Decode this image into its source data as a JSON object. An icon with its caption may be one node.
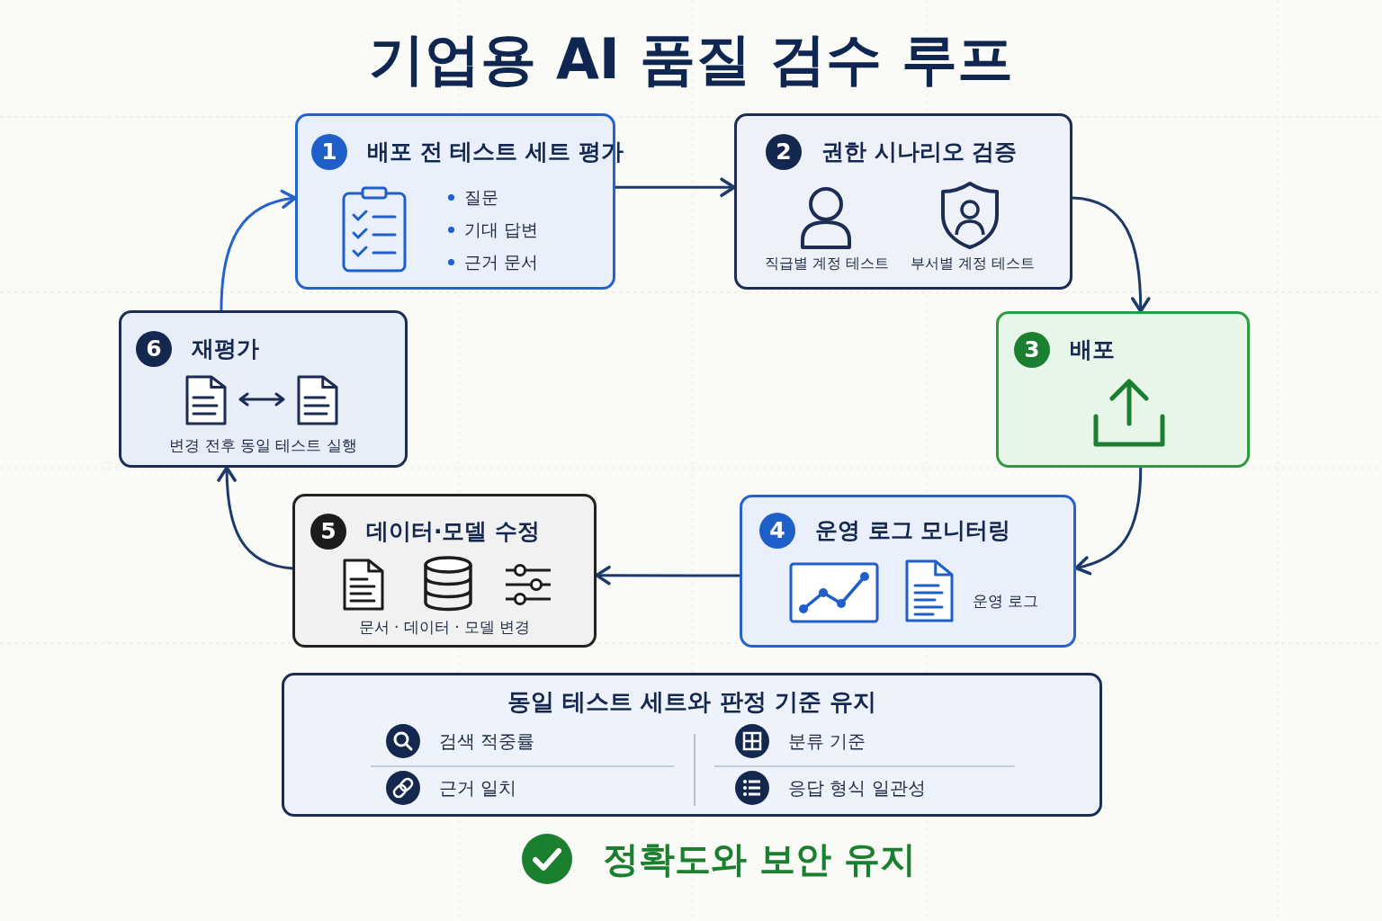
{
  "diagram": {
    "title": "기업용 AI 품질 검수 루프",
    "nodes": [
      {
        "text": [
          "1",
          "배포 전 테스트 세트 평가",
          "질문",
          "기대 답변",
          "근거 문서"
        ]
      },
      {
        "text": [
          "2",
          "권한 시나리오 검증",
          "직급별 계정 테스트",
          "부서별 계정 테스트"
        ]
      },
      {
        "text": [
          "3",
          "배포"
        ]
      },
      {
        "text": [
          "4",
          "운영 로그 모니터링",
          "운영 로그"
        ]
      },
      {
        "text": [
          "5",
          "데이터·모델 수정",
          "문서 · 데이터 · 모델 변경"
        ]
      },
      {
        "text": [
          "6",
          "재평가",
          "변경 전후 동일 테스트 실행"
        ]
      },
      {
        "text": [
          "동일 테스트 세트와 판정 기준 유지",
          "검색 적중률",
          "분류 기준",
          "근거 일치",
          "응답 형식 일관성"
        ]
      }
    ],
    "edges": [
      {
        "from": 0,
        "to": 1,
        "arrow": "to"
      },
      {
        "from": 1,
        "to": 2,
        "arrow": "to"
      },
      {
        "from": 2,
        "to": 3,
        "arrow": "to"
      },
      {
        "from": 3,
        "to": 4,
        "arrow": "to"
      },
      {
        "from": 4,
        "to": 5,
        "arrow": "to"
      },
      {
        "from": 5,
        "to": 0,
        "arrow": "to",
        "color": "#2563c9"
      }
    ],
    "labels": [
      "정확도와 보안 유지"
    ]
  }
}
